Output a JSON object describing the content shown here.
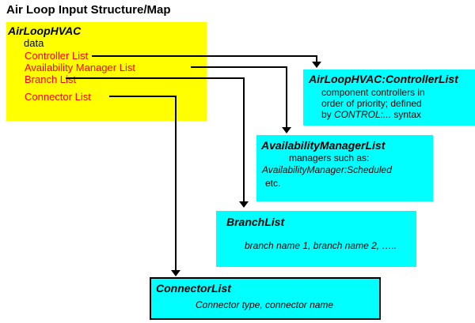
{
  "title": "Air Loop Input Structure/Map",
  "colors": {
    "source_box": "#FFFF00",
    "target_box": "#00FFFF",
    "link_text": "#FF0000",
    "line": "#000000"
  },
  "air_loop_hvac": {
    "header": "AirLoopHVAC",
    "data_label": "data",
    "items": [
      "Controller List",
      "Availability Manager List",
      "Branch List",
      "Connector List"
    ]
  },
  "controller_list_box": {
    "header": "AirLoopHVAC:ControllerList",
    "line1": "component controllers in",
    "line2": "order of priority; defined",
    "line3_prefix": "by ",
    "line3_italic": "CONTROL:...",
    "line3_suffix": " syntax"
  },
  "availability_manager_box": {
    "header": "AvailabilityManagerList",
    "line1": "managers such as:",
    "line2": "AvailabilityManager:Scheduled",
    "line3": "etc."
  },
  "branch_list_box": {
    "header": "BranchList",
    "body": "branch name 1, branch name 2, ….."
  },
  "connector_list_box": {
    "header": "ConnectorList",
    "body": "Connector type, connector name"
  }
}
